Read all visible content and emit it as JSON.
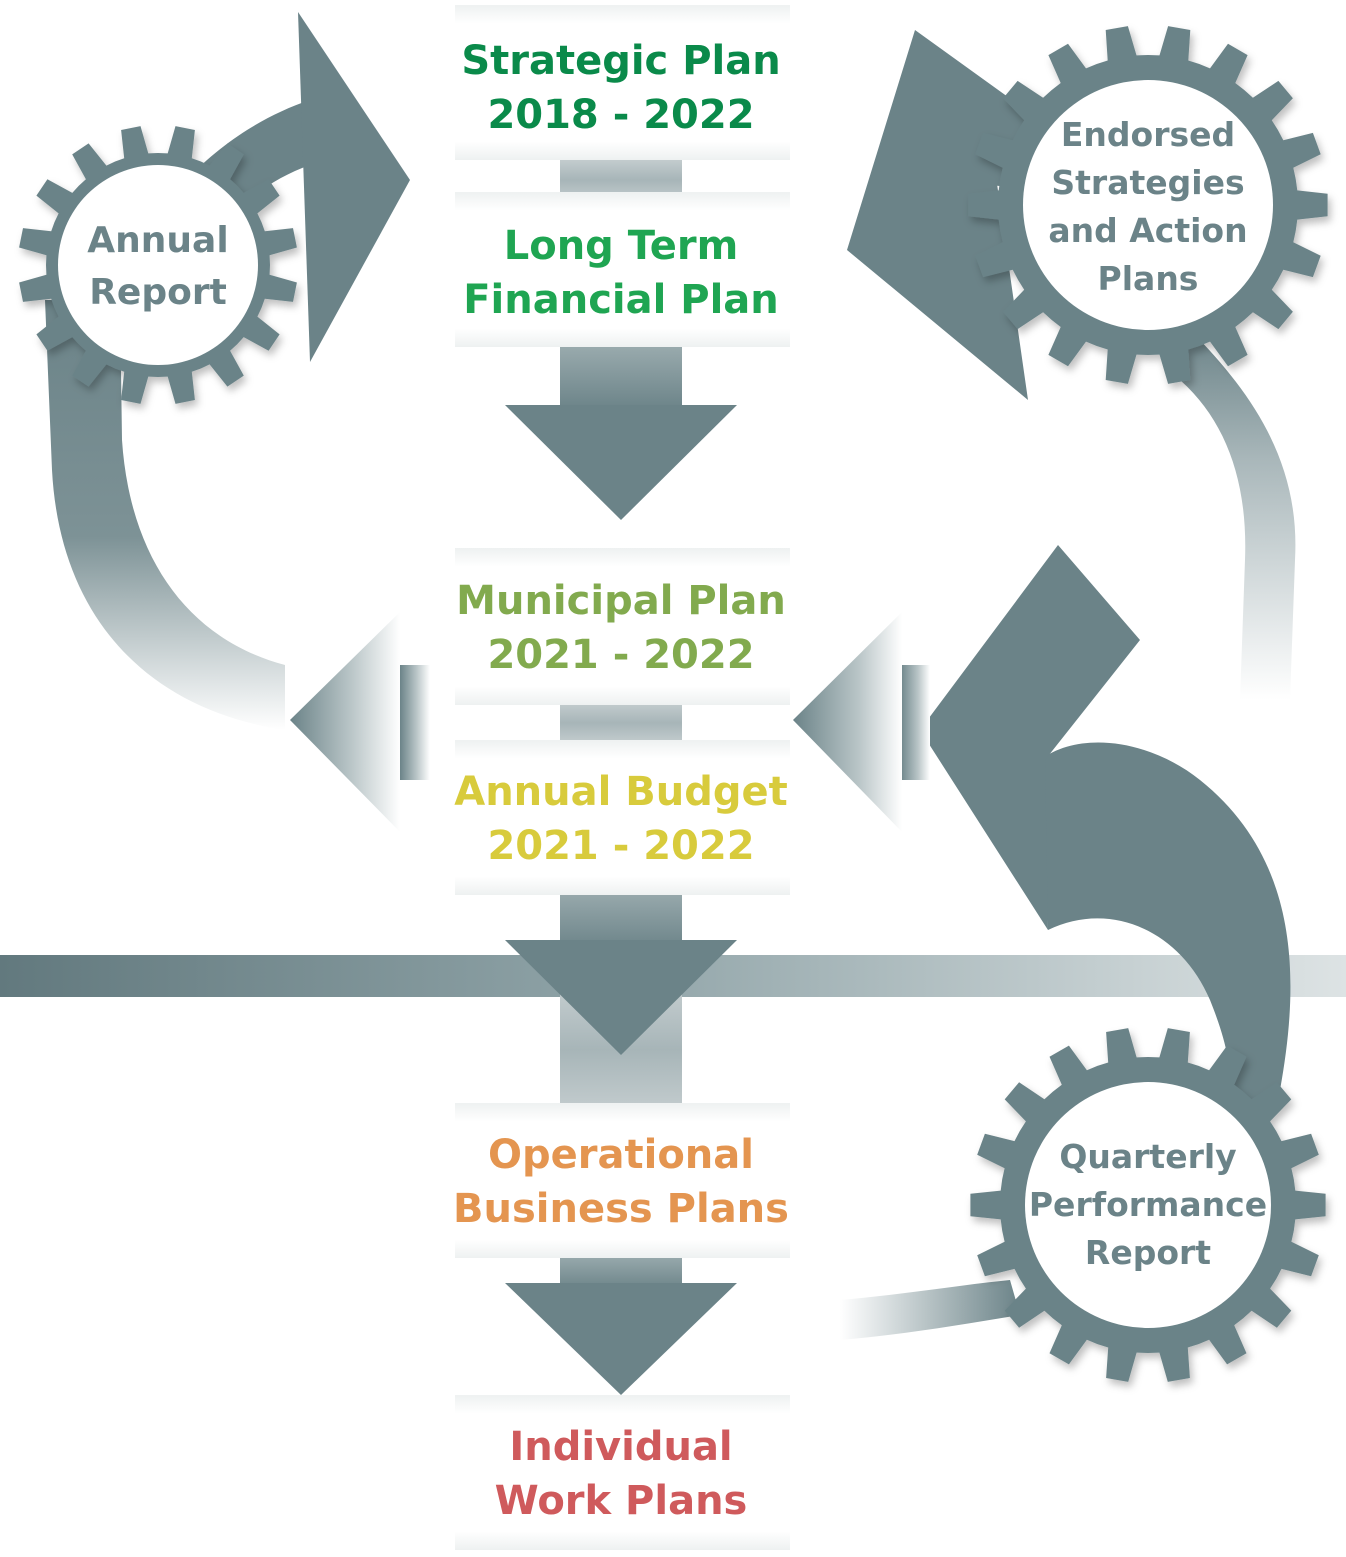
{
  "colors": {
    "slate": "#6b8388",
    "slate_dark": "#5d7479",
    "strategic": "#0a8a4a",
    "long_term": "#1fa552",
    "municipal": "#82aa4e",
    "budget": "#d8cb3c",
    "operational": "#e49550",
    "individual": "#cf5a5c",
    "gear_text": "#6b8388"
  },
  "stages": [
    {
      "line1": "Strategic Plan",
      "line2": "2018 - 2022"
    },
    {
      "line1": "Long Term",
      "line2": "Financial Plan"
    },
    {
      "line1": "Municipal Plan",
      "line2": "2021 - 2022"
    },
    {
      "line1": "Annual Budget",
      "line2": "2021 - 2022"
    },
    {
      "line1": "Operational",
      "line2": "Business Plans"
    },
    {
      "line1": "Individual",
      "line2": "Work Plans"
    }
  ],
  "gears": {
    "annual_report": [
      "Annual",
      "Report"
    ],
    "endorsed": [
      "Endorsed",
      "Strategies",
      "and Action",
      "Plans"
    ],
    "quarterly": [
      "Quarterly",
      "Performance",
      "Report"
    ]
  }
}
